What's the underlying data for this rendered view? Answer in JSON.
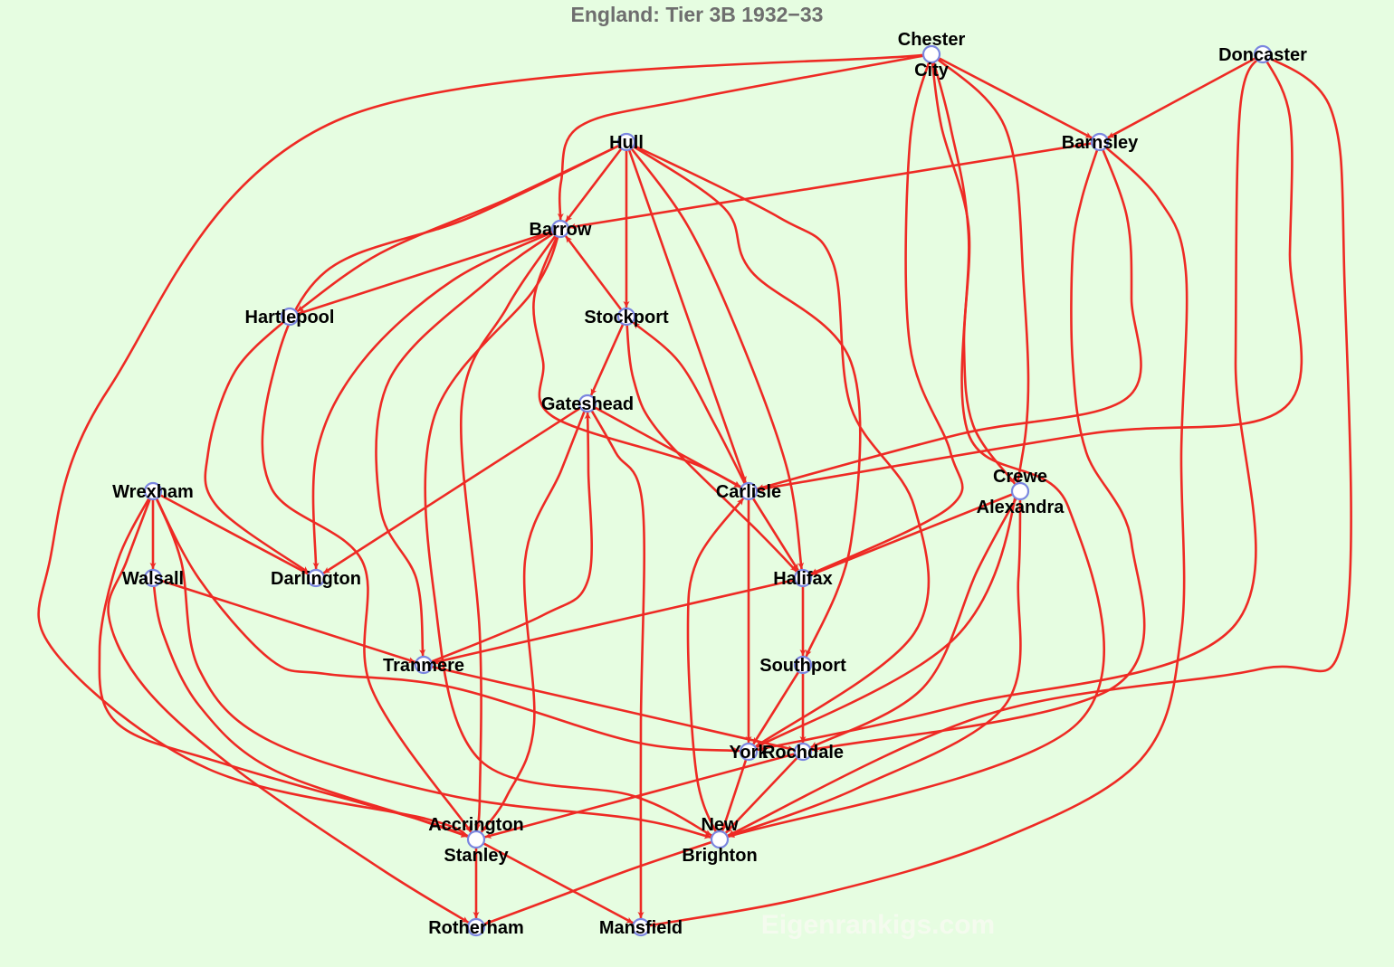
{
  "title": "England: Tier 3B 1932−33",
  "watermark": "Eigenrankigs.com",
  "colors": {
    "background": "#e6fde1",
    "edge": "#ee2a24",
    "node_stroke": "#7b86e0",
    "node_fill": "#ffffff",
    "title": "#6e6e6e",
    "watermark": "#f4fbee"
  },
  "nodes": [
    {
      "id": "chester",
      "lines": [
        "Chester",
        "City"
      ]
    },
    {
      "id": "doncaster",
      "lines": [
        "Doncaster"
      ]
    },
    {
      "id": "hull",
      "lines": [
        "Hull"
      ]
    },
    {
      "id": "barnsley",
      "lines": [
        "Barnsley"
      ]
    },
    {
      "id": "barrow",
      "lines": [
        "Barrow"
      ]
    },
    {
      "id": "hartlepool",
      "lines": [
        "Hartlepool"
      ]
    },
    {
      "id": "stockport",
      "lines": [
        "Stockport"
      ]
    },
    {
      "id": "gateshead",
      "lines": [
        "Gateshead"
      ]
    },
    {
      "id": "wrexham",
      "lines": [
        "Wrexham"
      ]
    },
    {
      "id": "carlisle",
      "lines": [
        "Carlisle"
      ]
    },
    {
      "id": "crewe",
      "lines": [
        "Crewe",
        "Alexandra"
      ]
    },
    {
      "id": "walsall",
      "lines": [
        "Walsall"
      ]
    },
    {
      "id": "darlington",
      "lines": [
        "Darlington"
      ]
    },
    {
      "id": "halifax",
      "lines": [
        "Halifax"
      ]
    },
    {
      "id": "tranmere",
      "lines": [
        "Tranmere"
      ]
    },
    {
      "id": "southport",
      "lines": [
        "Southport"
      ]
    },
    {
      "id": "york",
      "lines": [
        "York"
      ]
    },
    {
      "id": "rochdale",
      "lines": [
        "Rochdale"
      ]
    },
    {
      "id": "accrington",
      "lines": [
        "Accrington",
        "Stanley"
      ]
    },
    {
      "id": "newbrighton",
      "lines": [
        "New",
        "Brighton"
      ]
    },
    {
      "id": "rotherham",
      "lines": [
        "Rotherham"
      ]
    },
    {
      "id": "mansfield",
      "lines": [
        "Mansfield"
      ]
    }
  ],
  "edges": [
    {
      "from": "chester",
      "to": "barrow"
    },
    {
      "from": "chester",
      "to": "barnsley"
    },
    {
      "from": "chester",
      "to": "crewe"
    },
    {
      "from": "chester",
      "to": "halifax"
    },
    {
      "from": "chester",
      "to": "accrington"
    },
    {
      "from": "chester",
      "to": "york"
    },
    {
      "from": "chester",
      "to": "newbrighton"
    },
    {
      "from": "doncaster",
      "to": "barnsley"
    },
    {
      "from": "doncaster",
      "to": "carlisle"
    },
    {
      "from": "doncaster",
      "to": "york"
    },
    {
      "from": "doncaster",
      "to": "newbrighton"
    },
    {
      "from": "hull",
      "to": "barrow"
    },
    {
      "from": "hull",
      "to": "stockport"
    },
    {
      "from": "hull",
      "to": "hartlepool"
    },
    {
      "from": "hull",
      "to": "halifax"
    },
    {
      "from": "hull",
      "to": "southport"
    },
    {
      "from": "hull",
      "to": "york"
    },
    {
      "from": "hull",
      "to": "accrington"
    },
    {
      "from": "hull",
      "to": "carlisle"
    },
    {
      "from": "barnsley",
      "to": "barrow"
    },
    {
      "from": "barnsley",
      "to": "carlisle"
    },
    {
      "from": "barnsley",
      "to": "rochdale"
    },
    {
      "from": "barnsley",
      "to": "mansfield"
    },
    {
      "from": "barrow",
      "to": "hartlepool"
    },
    {
      "from": "barrow",
      "to": "darlington"
    },
    {
      "from": "barrow",
      "to": "tranmere"
    },
    {
      "from": "barrow",
      "to": "newbrighton"
    },
    {
      "from": "barrow",
      "to": "carlisle"
    },
    {
      "from": "barrow",
      "to": "accrington"
    },
    {
      "from": "stockport",
      "to": "barrow"
    },
    {
      "from": "stockport",
      "to": "gateshead"
    },
    {
      "from": "stockport",
      "to": "halifax"
    },
    {
      "from": "hartlepool",
      "to": "darlington"
    },
    {
      "from": "gateshead",
      "to": "carlisle"
    },
    {
      "from": "gateshead",
      "to": "darlington"
    },
    {
      "from": "gateshead",
      "to": "accrington"
    },
    {
      "from": "gateshead",
      "to": "mansfield"
    },
    {
      "from": "carlisle",
      "to": "stockport"
    },
    {
      "from": "carlisle",
      "to": "halifax"
    },
    {
      "from": "carlisle",
      "to": "york"
    },
    {
      "from": "crewe",
      "to": "halifax"
    },
    {
      "from": "crewe",
      "to": "rochdale"
    },
    {
      "from": "crewe",
      "to": "newbrighton"
    },
    {
      "from": "wrexham",
      "to": "walsall"
    },
    {
      "from": "wrexham",
      "to": "darlington"
    },
    {
      "from": "wrexham",
      "to": "york"
    },
    {
      "from": "wrexham",
      "to": "newbrighton"
    },
    {
      "from": "wrexham",
      "to": "accrington"
    },
    {
      "from": "wrexham",
      "to": "rotherham"
    },
    {
      "from": "walsall",
      "to": "tranmere"
    },
    {
      "from": "walsall",
      "to": "accrington"
    },
    {
      "from": "halifax",
      "to": "tranmere"
    },
    {
      "from": "halifax",
      "to": "southport"
    },
    {
      "from": "tranmere",
      "to": "gateshead"
    },
    {
      "from": "tranmere",
      "to": "rochdale"
    },
    {
      "from": "southport",
      "to": "york"
    },
    {
      "from": "southport",
      "to": "rochdale"
    },
    {
      "from": "york",
      "to": "newbrighton"
    },
    {
      "from": "rochdale",
      "to": "accrington"
    },
    {
      "from": "rochdale",
      "to": "newbrighton"
    },
    {
      "from": "newbrighton",
      "to": "carlisle"
    },
    {
      "from": "newbrighton",
      "to": "rotherham"
    },
    {
      "from": "accrington",
      "to": "rotherham"
    },
    {
      "from": "accrington",
      "to": "mansfield"
    }
  ]
}
